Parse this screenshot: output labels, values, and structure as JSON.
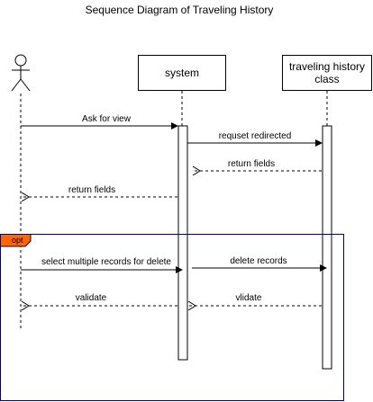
{
  "title": "Sequence Diagram of Traveling History",
  "lifelines": {
    "actor": {
      "label": ""
    },
    "system": {
      "label": "system"
    },
    "history": {
      "line1": "traveling history",
      "line2": "class"
    }
  },
  "messages": [
    {
      "label": "Ask for view",
      "kind": "call"
    },
    {
      "label": "requset redirected",
      "kind": "call"
    },
    {
      "label": "return fields",
      "kind": "return"
    },
    {
      "label": "return fields",
      "kind": "return"
    },
    {
      "label": "select multiple records for delete",
      "kind": "call"
    },
    {
      "label": "delete records",
      "kind": "call"
    },
    {
      "label": "validate",
      "kind": "return"
    },
    {
      "label": "vlidate",
      "kind": "return"
    }
  ],
  "fragment": {
    "operator": "opt"
  },
  "colors": {
    "frame_border": "#000066",
    "opt_tag": "#ff6600",
    "line": "#000000"
  }
}
